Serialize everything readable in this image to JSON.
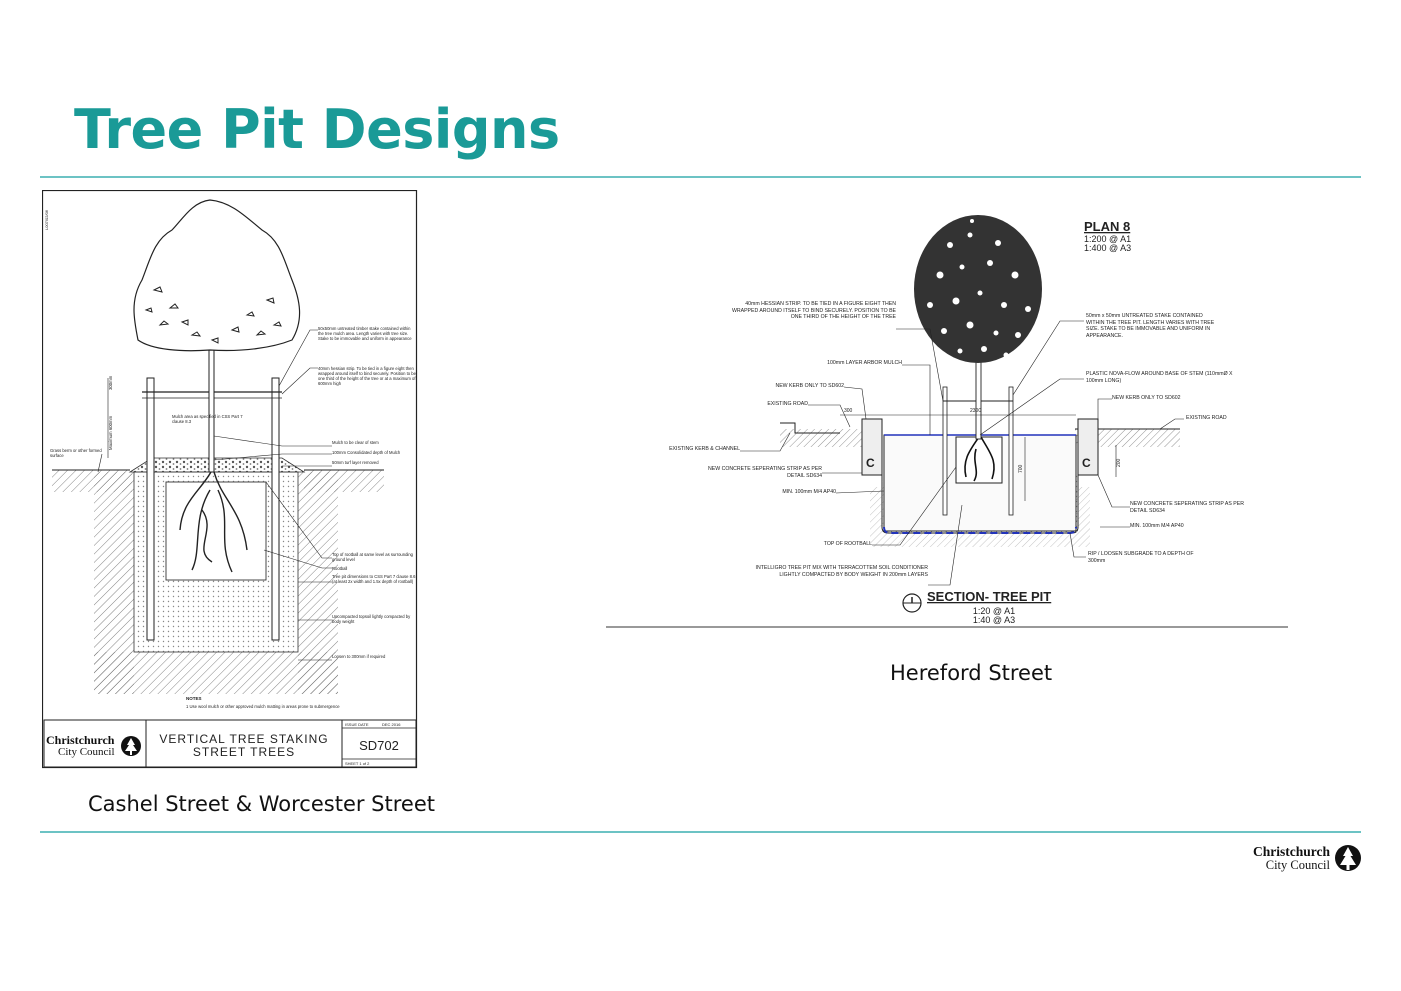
{
  "title": "Tree Pit Designs",
  "left_figure": {
    "caption": "Cashel Street & Worcester Street",
    "title_block": {
      "org_line1": "Christchurch",
      "org_line2": "City Council",
      "drawing_title_line1": "VERTICAL TREE STAKING",
      "drawing_title_line2": "STREET TREES",
      "drawing_number": "SD702",
      "issue_label": "ISSUE DATE",
      "issue_date": "DEC 2016",
      "sheet_label": "SHEET 1 of 2"
    },
    "annotations": {
      "stake": "50x50mm untreated timber stake contained within the tree mulch area. Length varies with tree size. Stake to be immovable and uniform in appearance",
      "hessian": "40mm hessian strip. To be tied in a figure eight then wrapped around itself to bind securely. Position to be one third of the height of the tree or at a maximum of 600mm high",
      "mulch_area": "Mulch area as specified in CSS Part 7 clause 8.3",
      "mulch_clear": "Mulch to be clear of stem",
      "mulch_depth": "100mm Consolidated depth of Mulch",
      "turf": "50mm turf layer removed",
      "grass": "Grass berm or other formed surface",
      "rootball_top": "Top of rootball at same level as surrounding ground level",
      "rootball": "Rootball",
      "pit_dims": "Tree pit dimensions to CSS Part 7 clause 8.6 (at least 2x width and 1.5x depth of rootball)",
      "topsoil": "Uncompacted topsoil lightly compacted by body weight",
      "loosen": "Loosen to 300mm if required",
      "notes": "NOTES",
      "note1": "1 Use wool mulch or other approved mulch matting in areas prone to submergence",
      "dim1": "300mm",
      "dim2": "Maximum 600mm"
    }
  },
  "right_figure": {
    "caption": "Hereford Street",
    "plan_label": "PLAN 8",
    "plan_scale1": "1:200 @ A1",
    "plan_scale2": "1:400 @ A3",
    "section_title": "SECTION- TREE PIT",
    "section_scale1": "1:20 @ A1",
    "section_scale2": "1:40 @ A3",
    "annotations": {
      "hessian": "40mm HESSIAN STRIP. TO BE TIED IN A FIGURE EIGHT THEN WRAPPED AROUND ITSELF TO BIND SECURELY. POSITION TO BE ONE THIRD OF THE HEIGHT OF THE TREE",
      "mulch": "100mm LAYER ARBOR MULCH",
      "new_kerb_l": "NEW KERB ONLY TO SD602",
      "existing_road_l": "EXISTING ROAD",
      "existing_kerb": "EXISTING KERB & CHANNEL",
      "new_concrete_l": "NEW CONCRETE SEPERATING STRIP AS PER DETAIL SD634",
      "min_ap40_l": "MIN. 100mm M/4 AP40",
      "top_rootball": "TOP OF ROOTBALL",
      "intelligro": "INTELLIGRO TREE PIT MIX WITH TERRACOTTEM SOIL CONDITIONER LIGHTLY COMPACTED BY BODY WEIGHT IN 200mm LAYERS",
      "stake": "50mm x 50mm UNTREATED STAKE CONTAINED WITHIN THE TREE PIT. LENGTH VARIES WITH TREE SIZE. STAKE TO BE IMMOVABLE AND UNIFORM IN APPEARANCE.",
      "novaflow": "PLASTIC NOVA-FLOW AROUND BASE OF STEM (110mmØ X 100mm LONG)",
      "new_kerb_r": "NEW KERB ONLY TO SD602",
      "existing_road_r": "EXISTING ROAD",
      "new_concrete_r": "NEW CONCRETE SEPERATING STRIP AS PER DETAIL SD634",
      "min_ap40_r": "MIN. 100mm M/4 AP40",
      "rip": "RIP / LOOSEN SUBGRADE TO A DEPTH OF 300mm",
      "dim_300": "300",
      "dim_2300": "2300",
      "dim_700": "700",
      "dim_200": "200"
    }
  },
  "footer": {
    "org_line1": "Christchurch",
    "org_line2": "City Council"
  }
}
